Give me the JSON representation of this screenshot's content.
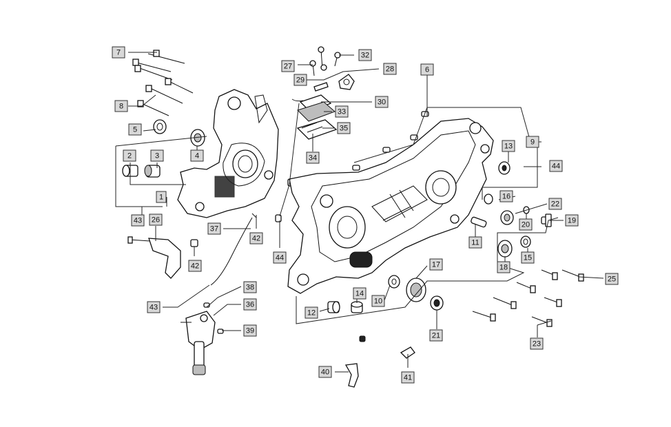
{
  "diagram": {
    "callouts": [
      "1",
      "2",
      "3",
      "4",
      "5",
      "6",
      "7",
      "8",
      "9",
      "10",
      "11",
      "12",
      "13",
      "14",
      "15",
      "16",
      "17",
      "18",
      "19",
      "20",
      "21",
      "22",
      "23",
      "25",
      "26",
      "27",
      "28",
      "29",
      "30",
      "32",
      "33",
      "34",
      "35",
      "36",
      "37",
      "38",
      "39",
      "40",
      "41",
      "42",
      "43",
      "44"
    ]
  }
}
